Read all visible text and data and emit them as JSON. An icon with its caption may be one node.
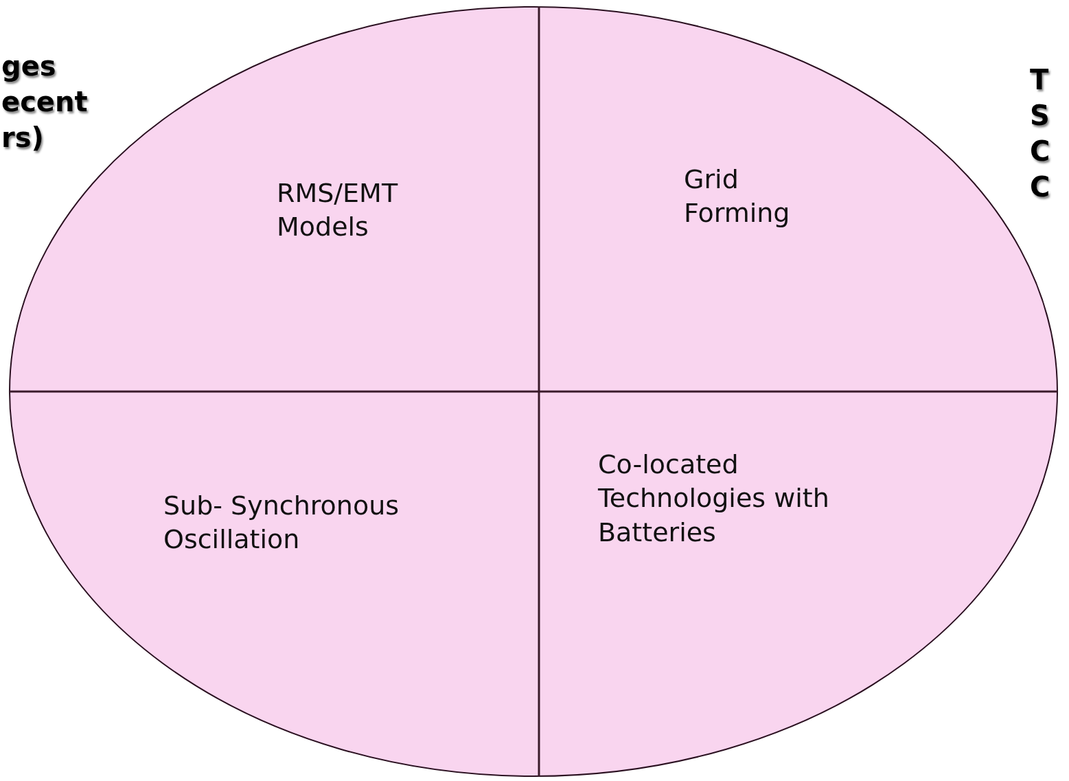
{
  "diagram": {
    "nodes": [
      {
        "text": [],
        "shape": "ellipse"
      },
      {
        "text": [
          "RMS/EMT Models"
        ],
        "in": 0
      },
      {
        "text": [
          "Grid Forming"
        ],
        "in": 0
      },
      {
        "text": [
          "Sub- Synchronous Oscillation"
        ],
        "in": 0
      },
      {
        "text": [
          "Co-located Technologies with Batteries"
        ],
        "in": 0
      }
    ],
    "labels": [
      "ges ecent rs)",
      "T S C C"
    ]
  }
}
